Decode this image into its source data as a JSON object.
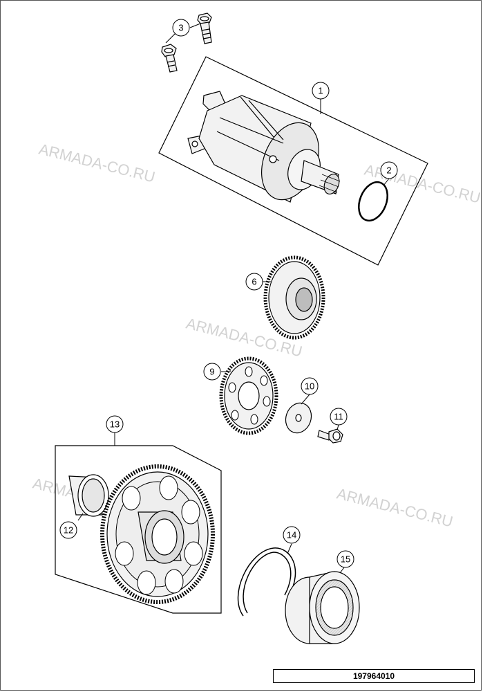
{
  "watermarks": [
    "ARMADA-CO.RU",
    "ARMADA-CO.RU",
    "ARMADA-CO.RU",
    "ARMADA-CO.RU",
    "ARMADA-CO.RU"
  ],
  "callouts": [
    "1",
    "2",
    "3",
    "6",
    "9",
    "10",
    "11",
    "12",
    "13",
    "14",
    "15"
  ],
  "document_number": "197964010",
  "colors": {
    "line": "#000000",
    "part_fill": "#f2f2f2",
    "shadow_fill": "#bdbdbd",
    "watermark": "#d2d2d2"
  }
}
